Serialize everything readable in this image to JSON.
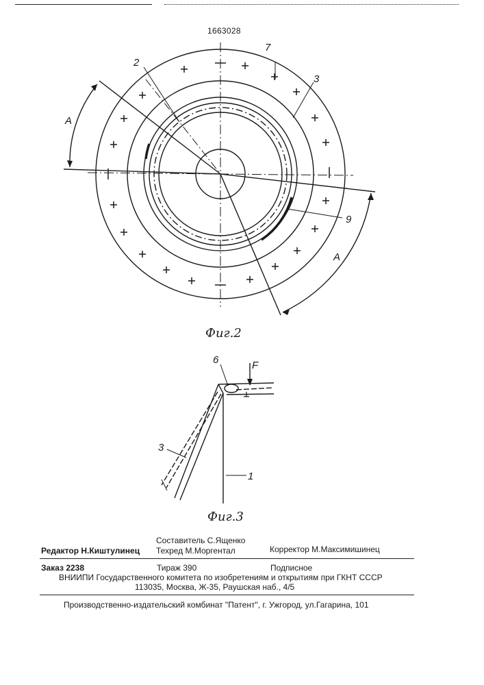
{
  "page_number": "1663028",
  "fig2": {
    "caption": "Фиг.2",
    "labels": {
      "l2": "2",
      "l7": "7",
      "l3": "3",
      "l9": "9",
      "a1": "A",
      "a2": "A"
    }
  },
  "fig3": {
    "caption": "Фиг.3",
    "labels": {
      "l6": "6",
      "lF": "F",
      "l3": "3",
      "l1": "1"
    }
  },
  "imprint": {
    "compiler": "Составитель С.Ященко",
    "editor": "Редактор Н.Киштулинец",
    "techred": "Техред М.Моргентал",
    "corrector": "Корректор  М.Максимишинец",
    "order": "Заказ 2238",
    "circulation": "Тираж 390",
    "subscription": "Подписное",
    "vniipi": "ВНИИПИ Государственного комитета по изобретениям и открытиям при ГКНТ СССР",
    "address": "113035, Москва, Ж-35, Раушская наб., 4/5",
    "publisher": "Производственно-издательский комбинат \"Патент\", г. Ужгород, ул.Гагарина, 101"
  }
}
